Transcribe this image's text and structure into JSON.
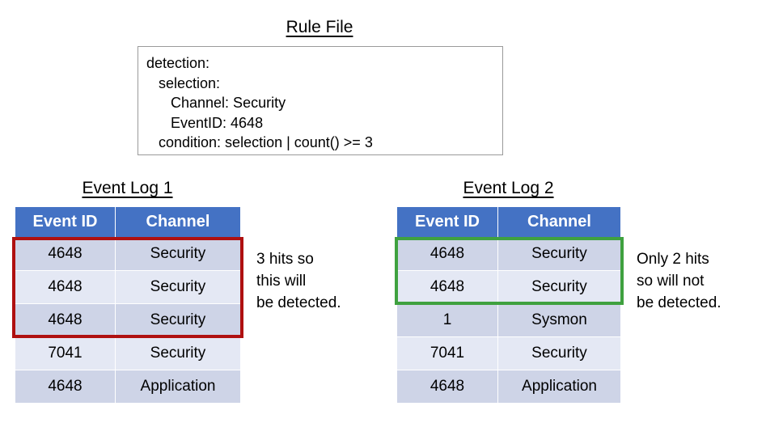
{
  "rule_file": {
    "title": "Rule File",
    "lines": [
      "detection:",
      "   selection:",
      "      Channel: Security",
      "      EventID: 4648",
      "   condition: selection | count() >= 3"
    ]
  },
  "logs": [
    {
      "title": "Event Log 1",
      "columns": [
        "Event ID",
        "Channel"
      ],
      "rows": [
        {
          "event_id": "4648",
          "channel": "Security"
        },
        {
          "event_id": "4648",
          "channel": "Security"
        },
        {
          "event_id": "4648",
          "channel": "Security"
        },
        {
          "event_id": "7041",
          "channel": "Security"
        },
        {
          "event_id": "4648",
          "channel": "Application"
        }
      ],
      "highlight": {
        "color": "#AF1010",
        "rows": 3
      },
      "annotation": [
        "3 hits so",
        "this will",
        "be detected."
      ]
    },
    {
      "title": "Event Log 2",
      "columns": [
        "Event ID",
        "Channel"
      ],
      "rows": [
        {
          "event_id": "4648",
          "channel": "Security"
        },
        {
          "event_id": "4648",
          "channel": "Security"
        },
        {
          "event_id": "1",
          "channel": "Sysmon"
        },
        {
          "event_id": "7041",
          "channel": "Security"
        },
        {
          "event_id": "4648",
          "channel": "Application"
        }
      ],
      "highlight": {
        "color": "#3FA13F",
        "rows": 2
      },
      "annotation": [
        "Only 2 hits",
        "so will not",
        "be detected."
      ]
    }
  ],
  "colors": {
    "header_blue": "#4472C4",
    "row_dark": "#CED4E7",
    "row_light": "#E4E8F4",
    "box_border": "#9a9a9a",
    "red_highlight": "#AF1010",
    "green_highlight": "#3FA13F"
  }
}
